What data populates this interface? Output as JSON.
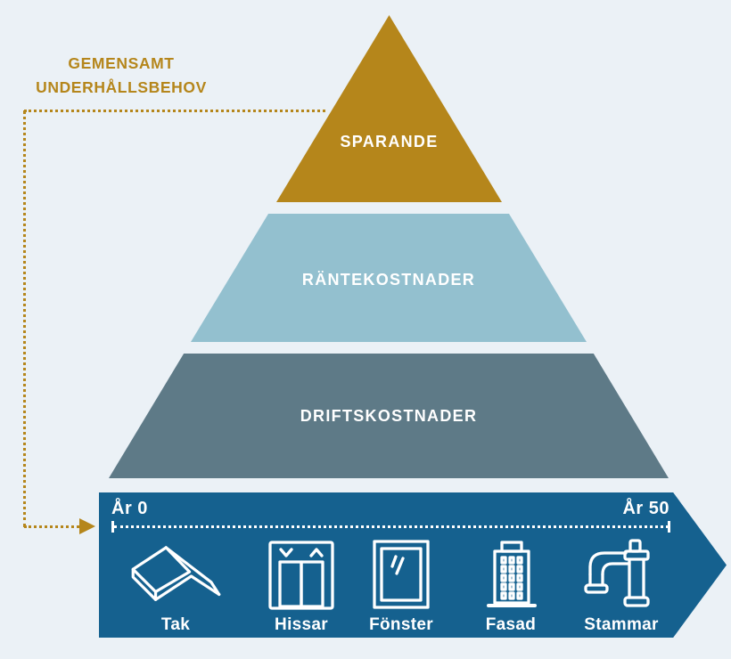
{
  "annotation": {
    "line1": "GEMENSAMT",
    "line2": "UNDERHÅLLSBEHOV"
  },
  "pyramid": {
    "levels": [
      {
        "label": "SPARANDE",
        "color": "#B5861B"
      },
      {
        "label": "RÄNTEKOSTNADER",
        "color": "#93C0CF"
      },
      {
        "label": "DRIFTSKOSTNADER",
        "color": "#5E7A87"
      }
    ]
  },
  "timeline": {
    "start_label": "År 0",
    "end_label": "År 50",
    "banner_color": "#15618F",
    "items": [
      {
        "label": "Tak",
        "icon": "roof-icon"
      },
      {
        "label": "Hissar",
        "icon": "elevator-icon"
      },
      {
        "label": "Fönster",
        "icon": "window-icon"
      },
      {
        "label": "Fasad",
        "icon": "facade-icon"
      },
      {
        "label": "Stammar",
        "icon": "pipes-icon"
      }
    ]
  },
  "colors": {
    "background": "#EBF1F6",
    "gold": "#B5861B",
    "light_blue": "#93C0CF",
    "slate": "#5E7A87",
    "banner_blue": "#15618F",
    "text_on_dark": "#FFFFFF"
  }
}
